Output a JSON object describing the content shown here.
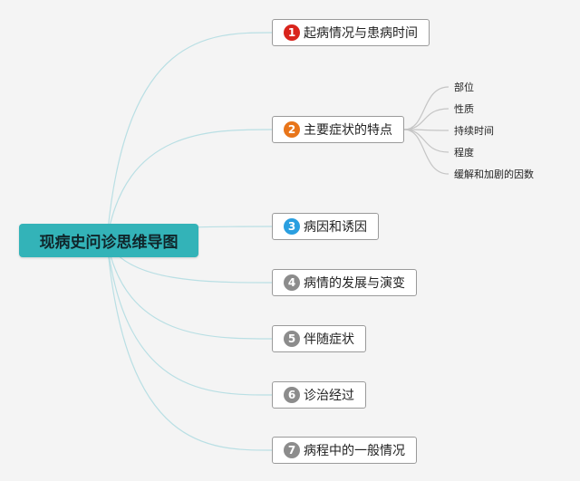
{
  "central_topic": "现病史问诊思维导图",
  "branches": [
    {
      "number": "1",
      "label": "起病情况与患病时间",
      "badge_color": "#d9241c"
    },
    {
      "number": "2",
      "label": "主要症状的特点",
      "badge_color": "#e8751a",
      "children": [
        "部位",
        "性质",
        "持续时间",
        "程度",
        "缓解和加剧的因数"
      ]
    },
    {
      "number": "3",
      "label": "病因和诱因",
      "badge_color": "#2a9fe0"
    },
    {
      "number": "4",
      "label": "病情的发展与演变",
      "badge_color": "#8c8c8c"
    },
    {
      "number": "5",
      "label": "伴随症状",
      "badge_color": "#8c8c8c"
    },
    {
      "number": "6",
      "label": "诊治经过",
      "badge_color": "#8c8c8c"
    },
    {
      "number": "7",
      "label": "病程中的一般情况",
      "badge_color": "#8c8c8c"
    }
  ],
  "colors": {
    "central_fill": "#33b3b8",
    "link_color": "#b9dfe4",
    "leaf_link_color": "#c5c5c5"
  }
}
